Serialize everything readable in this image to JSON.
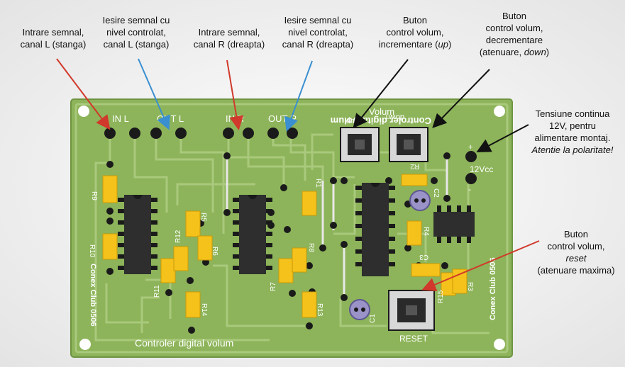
{
  "callouts": {
    "in_l": "Intrare semnal,\ncanal L (stanga)",
    "out_l": "Iesire semnal cu\nnivel controlat,\ncanal L (stanga)",
    "in_r": "Intrare semnal,\ncanal R (dreapta)",
    "out_r": "Iesire semnal cu\nnivel controlat,\ncanal R (dreapta)",
    "up": "Buton\ncontrol volum,\nincrementare (",
    "up_em": "up",
    "up_end": ")",
    "down": "Buton\ncontrol volum,\ndecrementare\n(atenuare, ",
    "down_em": "down",
    "down_end": ")",
    "power": "Tensiune continua\n12V, pentru\nalimentare montaj.",
    "power_em": "Atentie la polaritate!",
    "reset": "Buton\ncontrol volum,",
    "reset_em": "reset",
    "reset_end": "(atenuare maxima)"
  },
  "board": {
    "in_l": "IN L",
    "out_l": "OUT L",
    "in_r": "IN R",
    "out_r": "OUT R",
    "volum": "Volum",
    "up": "up",
    "down": "down",
    "mirror_title": "Controler digital volum",
    "vcc": "12Vcc",
    "plus": "+",
    "minus": "-",
    "reset": "RESET",
    "side_right": "Conex Club 0506",
    "side_left": "Conex Club 0506",
    "bottom": "Controler digital volum",
    "labels": {
      "r1": "R1",
      "r2": "R2",
      "r3": "R3",
      "r4": "R4",
      "r5": "R5",
      "r6": "R6",
      "r7": "R7",
      "r8": "R8",
      "r9": "R9",
      "r10": "R10",
      "r11": "R11",
      "r12": "R12",
      "r13": "R13",
      "r14": "R14",
      "r15": "R15",
      "c1": "C1",
      "c2": "C2",
      "c3": "C3"
    }
  },
  "colors": {
    "board": "#8db45a",
    "board_edge": "#6e9442",
    "trace": "#a9c97c",
    "resistor": "#f5c21b",
    "ic": "#2e2e2e",
    "red_arrow": "#d0392b",
    "blue_arrow": "#3a8fd1",
    "black_arrow": "#111111"
  }
}
